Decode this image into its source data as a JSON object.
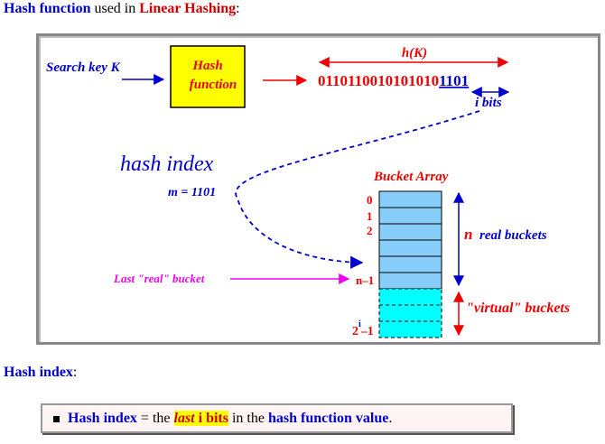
{
  "top_heading": {
    "part1": "Hash function",
    "part2": " used in ",
    "part3": "Linear Hashing",
    "part4": ":"
  },
  "diagram": {
    "search_key_label": "Search key K",
    "hash_box_line1": "Hash",
    "hash_box_line2": "function",
    "hk_label": "h(K)",
    "hash_bits_prefix": "0110110010101010",
    "hash_bits_suffix": "1101",
    "i_bits_label": "i bits",
    "hash_index_label": "hash index",
    "m_label": "m = 1101",
    "bucket_array_label": "Bucket Array",
    "row_label_0": "0",
    "row_label_1": "1",
    "row_label_2": "2",
    "row_label_n1": "n–1",
    "row_label_2i_base": "2",
    "row_label_2i_exp": "i",
    "row_label_2i_tail": "–1",
    "n_label": "n",
    "real_buckets_label": "real buckets",
    "virtual_buckets_label": "\"virtual\" buckets",
    "last_real_label": "Last \"real\" bucket",
    "colors": {
      "blue": "#0000cc",
      "red": "#ee0000",
      "magenta": "#ee00ee",
      "yellow_box": "#ffff00",
      "real_bucket": "#87cefa",
      "virtual_bucket": "#00ffff"
    }
  },
  "index_heading": {
    "part1": "Hash index",
    "part2": ":"
  },
  "definition": {
    "part1": "Hash index",
    "part2": " = the ",
    "part3": "last",
    "part4": " i bits",
    "part5": " in the ",
    "part6": "hash function value",
    "part7": "."
  }
}
